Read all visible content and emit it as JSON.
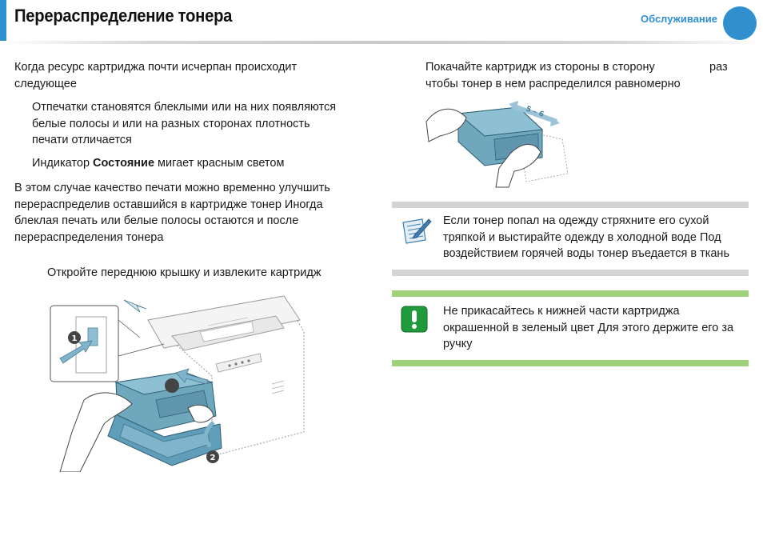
{
  "header": {
    "title": "Перераспределение тонера",
    "section": "Обслуживание"
  },
  "left": {
    "intro": [
      "Когда ресурс картриджа почти исчерпан  происходит",
      "следующее"
    ],
    "bullet1": [
      "Отпечатки становятся блеклыми или на них появляются",
      "белые полосы и или  на разных сторонах плотность",
      "печати отличается"
    ],
    "bullet2_prefix": "Индикатор ",
    "bullet2_bold": "Состояние",
    "bullet2_suffix": " мигает красным светом",
    "para": [
      "В этом случае качество печати можно временно улучшить",
      "перераспределив оставшийся в картридже тонер  Иногда",
      "блеклая печать или белые полосы остаются и после",
      "перераспределения тонера"
    ],
    "step1": "Откройте переднюю крышку и извлеките картридж",
    "callout1": "1",
    "callout2": "2"
  },
  "right": {
    "step2_line1": "Покачайте картридж из стороны в сторону",
    "step2_raz": "раз",
    "step2_line2": "чтобы тонер в нем распределился равномерно",
    "arrow_label": "5 – 6",
    "note": [
      "Если тонер попал на одежду  стряхните его сухой",
      "тряпкой и выстирайте одежду в холодной воде  Под",
      "воздействием горячей воды тонер въедается в ткань"
    ],
    "warning": [
      "Не прикасайтесь к нижней части картриджа",
      "окрашенной в зеленый цвет  Для этого держите его за",
      "ручку"
    ]
  },
  "colors": {
    "accent": "#2f8fcf",
    "note_bar": "#d4d4d4",
    "warning_bar": "#9fd17a",
    "warning_icon": "#1f9a3c",
    "cartridge": "#6fa7bd"
  }
}
